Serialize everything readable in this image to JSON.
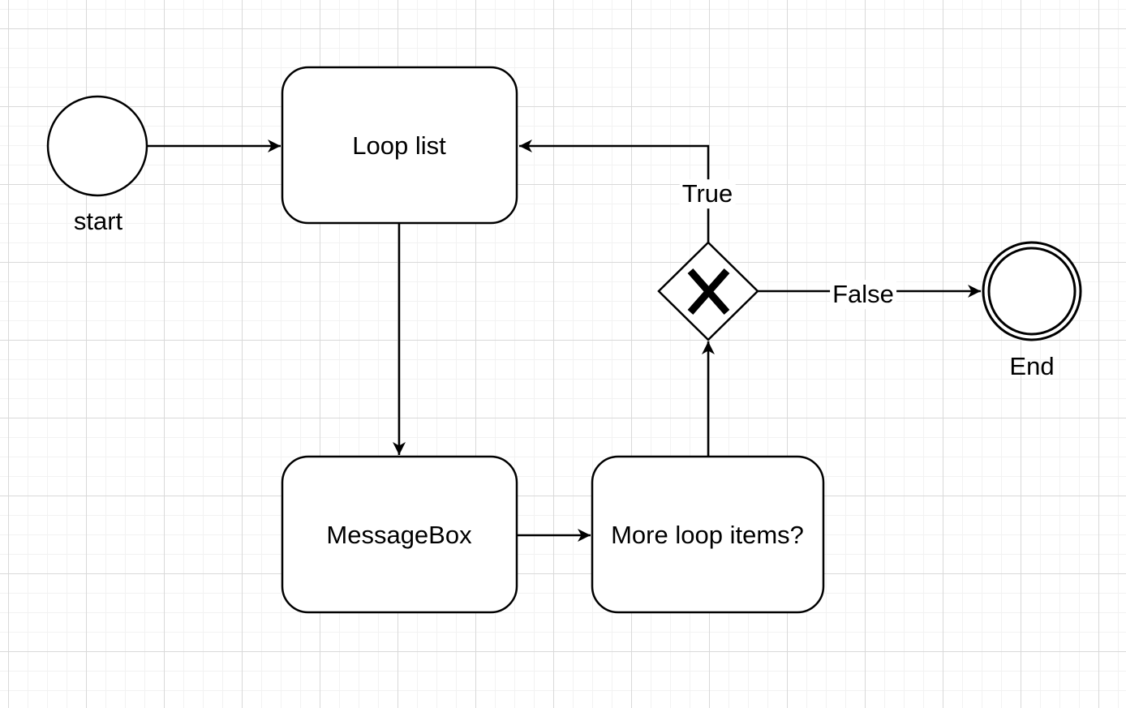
{
  "diagram": {
    "kind": "bpmn-flowchart",
    "colors": {
      "background": "#ffffff",
      "grid_minor": "#f2f2f2",
      "grid_major": "#d9d9d9",
      "shape_fill": "#ffffff",
      "stroke": "#000000",
      "text": "#000000"
    },
    "nodes": [
      {
        "id": "start",
        "shape": "circle",
        "label": "start"
      },
      {
        "id": "loop-list",
        "shape": "rounded-rectangle",
        "label": "Loop list"
      },
      {
        "id": "messagebox",
        "shape": "rounded-rectangle",
        "label": "MessageBox"
      },
      {
        "id": "more-loop-items",
        "shape": "rounded-rectangle",
        "label": "More loop items?"
      },
      {
        "id": "gateway",
        "shape": "diamond",
        "symbol": "x-mark",
        "label": ""
      },
      {
        "id": "end",
        "shape": "double-circle",
        "label": "End"
      }
    ],
    "edges": [
      {
        "from": "start",
        "to": "loop-list",
        "label": ""
      },
      {
        "from": "loop-list",
        "to": "messagebox",
        "label": ""
      },
      {
        "from": "messagebox",
        "to": "more-loop-items",
        "label": ""
      },
      {
        "from": "more-loop-items",
        "to": "gateway",
        "label": ""
      },
      {
        "from": "gateway",
        "to": "loop-list",
        "label": "True"
      },
      {
        "from": "gateway",
        "to": "end",
        "label": "False"
      }
    ]
  }
}
